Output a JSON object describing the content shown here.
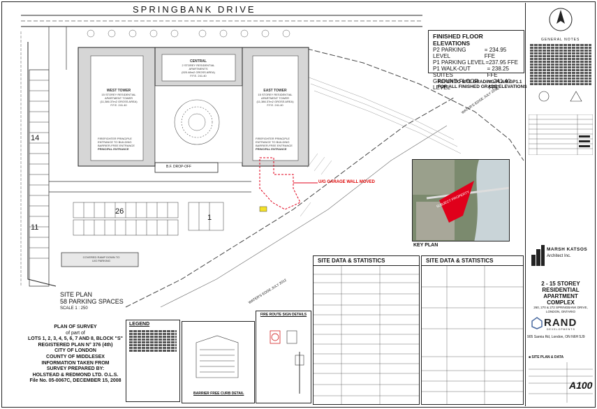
{
  "street": "SPRINGBANK DRIVE",
  "finished_floor": {
    "title": "FINISHED FLOOR ELEVATIONS",
    "rows": [
      {
        "label": "P2 PARKING LEVEL",
        "value": "= 234.95 FFE"
      },
      {
        "label": "P1 PARKING LEVEL",
        "value": "=237.95 FFE"
      },
      {
        "label": "P1 WALK-OUT SUITES",
        "value": "= 238.25 FFE"
      },
      {
        "label": "GROUND FLOOR LEVEL",
        "value": "= 241.40 FFE"
      }
    ]
  },
  "grading_note": [
    "REFER TO MTE GRADING PLAN GP1.1",
    "FOR ALL FINISHED GRADE ELEVATIONS"
  ],
  "general_notes_title": "GENERAL NOTES",
  "buildings": {
    "west": [
      "WEST TOWER",
      "15 STOREY RESIDENTIAL",
      "APARTMENT TOWER",
      "(11,386.37m2 GROSS AREA)",
      "F.F.E. 241.40"
    ],
    "central": [
      "CENTRAL",
      "2 STOREY RESIDENTIAL",
      "APARTMENTS",
      "(920.48m2 GROSS AREA)",
      "F.F.E. 241.40"
    ],
    "east": [
      "EAST TOWER",
      "15 STOREY RESIDENTIAL",
      "APARTMENT TOWER",
      "(11,386.37m2 GROSS AREA)",
      "F.F.E. 241.40"
    ],
    "west_entrance": [
      "FIREFIGHTER PRINCIPLE",
      "ENTRANCE TO BUILDING",
      "BARRIER-FREE ENTRANCE",
      "PRINCIPAL ENTRANCE"
    ],
    "east_entrance": [
      "FIREFIGHTER PRINCIPLE",
      "ENTRANCE TO BUILDING",
      "BARRIER-FREE ENTRANCE",
      "PRINCIPAL ENTRANCE"
    ],
    "dropoff": "B.F. DROP-OFF",
    "ramp": [
      "COVERED RAMP DOWN TO",
      "U/G PARKING"
    ]
  },
  "garage_note": "U/G GARAGE WALL MOVED",
  "waters_edge_1": "WATER'S EDGE JULY 2012",
  "waters_edge_2": "WATER'S EDGE JULY 2012",
  "parking_numbers": [
    "14",
    "11",
    "26",
    "1"
  ],
  "site_plan": {
    "title": "SITE PLAN",
    "spaces": "58 PARKING SPACES",
    "scale": "SCALE 1 : 250"
  },
  "survey": [
    "PLAN OF SURVEY",
    "of part of",
    "LOTS 1, 2, 3, 4, 5, 6, 7 AND 8, BLOCK \"S\"",
    "REGISTERED PLAN N° 376 (4th)",
    "CITY OF LONDON",
    "COUNTY OF MIDDLESEX",
    "",
    "INFORMATION TAKEN FROM",
    "SURVEY PREPARED BY:",
    "HOLSTEAD & REDMOND LTD. O.L.S.",
    "File No. 05-0067C, DECEMBER 15, 2008"
  ],
  "legend_title": "LEGEND",
  "fire_route_title": "FIRE ROUTE SIGN DETAILS",
  "barrier_curb": "BARRIER FREE CURB DETAIL",
  "key_plan": {
    "title": "KEY PLAN",
    "label": "SUBJECT PROPERTY"
  },
  "site_data_1": "SITE DATA & STATISTICS",
  "site_data_2": "SITE DATA & STATISTICS",
  "architect": {
    "name": "MARSH KATSOS",
    "sub": "Architect Inc."
  },
  "project": [
    "2 - 15 STOREY",
    "RESIDENTIAL",
    "APARTMENT",
    "COMPLEX",
    "260, 270 & 272 SPRINGBANK DRIVE,",
    "LONDON, ONTARIO"
  ],
  "client": {
    "name": "RAND",
    "sub": "DEVELOPMENTS",
    "address": "905 Sarnia Rd, London, ON N6H 5J9"
  },
  "drawing_title": "SITE PLAN & DATA",
  "sheet_number": "A100",
  "colors": {
    "red": "#e0001b",
    "line": "#222222",
    "gray": "#b5b5b5"
  }
}
